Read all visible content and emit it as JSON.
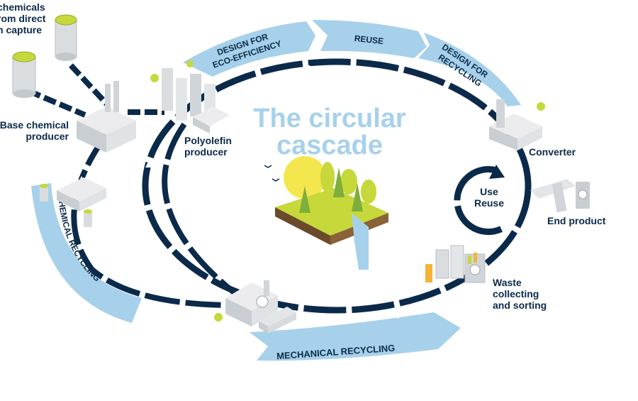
{
  "title": {
    "line1": "The circular",
    "line2": "cascade"
  },
  "nodes": {
    "chemicals_direct_capture": {
      "line1": "chemicals",
      "line2": "rom direct",
      "line3": "n capture"
    },
    "base_chemical_producer": {
      "line1": "Base chemical",
      "line2": "producer"
    },
    "polyolefin_producer": {
      "line1": "Polyolefin",
      "line2": "producer"
    },
    "converter": {
      "line1": "Converter"
    },
    "end_product": {
      "line1": "End product"
    },
    "use_reuse": {
      "line1": "Use",
      "line2": "Reuse"
    },
    "waste_collecting": {
      "line1": "Waste",
      "line2": "collecting",
      "line3": "and sorting"
    }
  },
  "bands": {
    "design_eco": {
      "line1": "DESIGN FOR",
      "line2": "ECO-EFFICIENCY"
    },
    "reuse": {
      "line1": "REUSE"
    },
    "design_recycling": {
      "line1": "DESIGN FOR",
      "line2": "RECYCLING"
    },
    "chemical_recycling": {
      "line1": "CHEMICAL RECYCLING"
    },
    "mechanical_recycling": {
      "line1": "MECHANICAL RECYCLING"
    }
  },
  "colors": {
    "navy": "#0b2a4a",
    "light_blue": "#a7d1ea",
    "grey_building": "#d9dde0",
    "green_accent": "#c6d83a"
  },
  "icons": [
    "barrel-icon",
    "factory-icon",
    "tree-island-icon",
    "product-icon",
    "recycle-bin-icon",
    "truck-icon"
  ]
}
